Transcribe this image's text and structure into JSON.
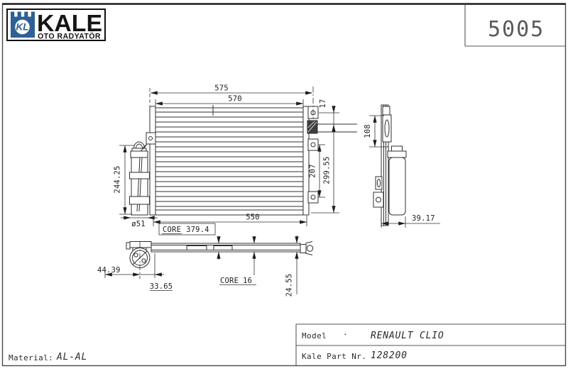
{
  "header": {
    "logo_monogram": "KL",
    "logo_name": "KALE",
    "logo_tagline": "OTO RADYATÖR",
    "drawing_number": "5005"
  },
  "dims": {
    "front_width_overall": "575",
    "front_width_inner": "570",
    "front_top_offset": "17",
    "front_total_height": "299.55",
    "front_bracket_span": "207",
    "drier_height": "244.25",
    "drier_diameter": "ø51",
    "front_width_bottom": "550",
    "core_front_label": "CORE",
    "core_front_value": "379.4",
    "side_bracket_offset": "108",
    "side_depth": "39.17",
    "bottom_drier_offset": "44.39",
    "bottom_fitting_offset": "33.65",
    "core_bottom_label": "CORE",
    "core_bottom_value": "16",
    "bottom_total_depth": "24.55"
  },
  "title_block": {
    "material_label": "Material:",
    "material_value": "AL-AL",
    "model_label": "Model",
    "model_separator": "·",
    "model_value": "RENAULT CLIO",
    "part_label": "Kale Part Nr.",
    "part_value": "128200"
  },
  "colors": {
    "brand_blue": "#2e6095",
    "line": "#2f2f2f"
  }
}
